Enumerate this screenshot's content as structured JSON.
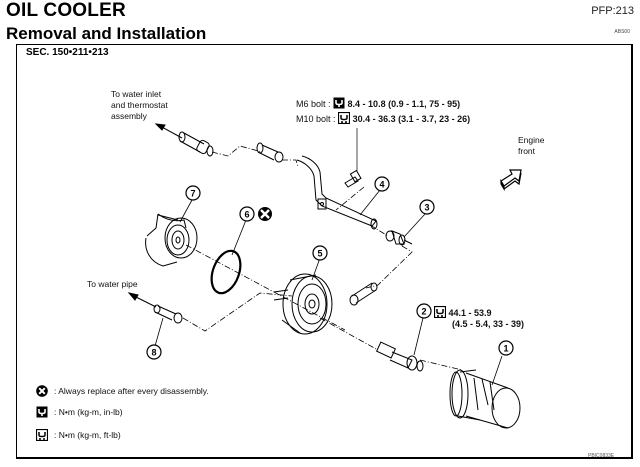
{
  "header": {
    "title": "OIL COOLER",
    "subtitle": "Removal and Installation",
    "pfp": "PFP:213",
    "ref_code": "ABS00"
  },
  "diagram": {
    "section": "SEC. 150•211•213",
    "figure_code": "PBIC0833E",
    "callouts": [
      {
        "num": "1",
        "part": "oil-filter"
      },
      {
        "num": "2",
        "part": "connector-bolt"
      },
      {
        "num": "3",
        "part": "water-hose-connector"
      },
      {
        "num": "4",
        "part": "water-pipe"
      },
      {
        "num": "5",
        "part": "oil-cooler"
      },
      {
        "num": "6",
        "part": "o-ring"
      },
      {
        "num": "7",
        "part": "oil-cooler-mount"
      },
      {
        "num": "8",
        "part": "water-hose-connector-lower"
      }
    ],
    "labels": {
      "water_inlet_line1": "To water inlet",
      "water_inlet_line2": "and thermostat",
      "water_inlet_line3": "assembly",
      "water_pipe": "To water pipe",
      "engine_front_line1": "Engine",
      "engine_front_line2": "front"
    },
    "torques": {
      "m6_label": "M6 bolt :",
      "m6_value": "8.4 - 10.8 (0.9 - 1.1, 75 - 95)",
      "m10_label": "M10 bolt :",
      "m10_value": "30.4 - 36.3 (3.1 - 3.7, 23 - 26)",
      "part2_line1": "44.1 - 53.9",
      "part2_line2": "(4.5 - 5.4, 33 - 39)"
    }
  },
  "legend": [
    {
      "icon": "replace-always-icon",
      "text": ": Always replace after every disassembly."
    },
    {
      "icon": "torque-inlb-icon",
      "text": ": N•m  (kg-m,  in-lb)"
    },
    {
      "icon": "torque-ftlb-icon",
      "text": ": N•m  (kg-m,  ft-lb)"
    }
  ]
}
